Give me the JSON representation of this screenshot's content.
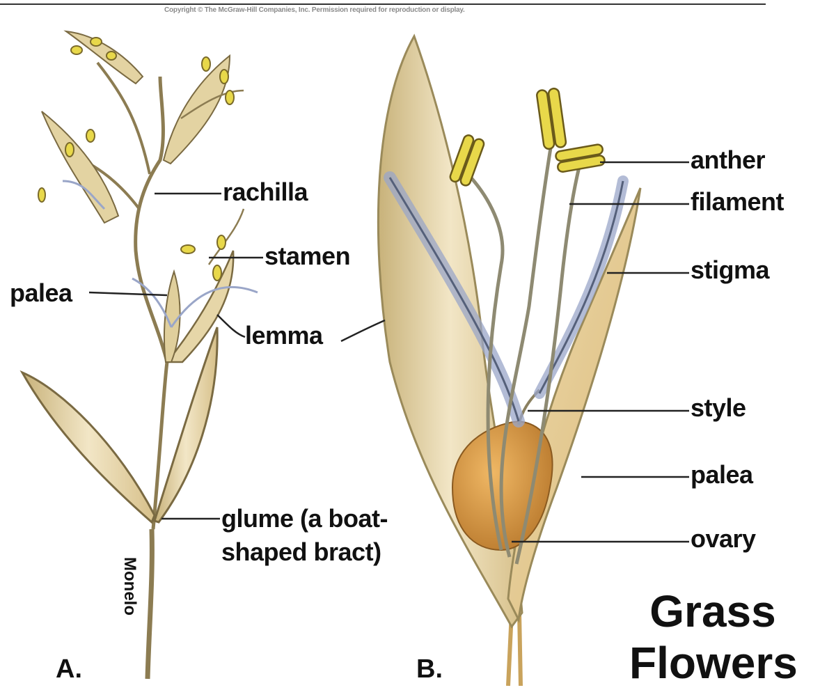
{
  "copyright": "Copyright © The McGraw-Hill Companies, Inc. Permission required for reproduction or display.",
  "title": {
    "line1": "Grass",
    "line2": "Flowers"
  },
  "panels": {
    "a": "A.",
    "b": "B."
  },
  "signature": "Monelo",
  "labels": {
    "rachilla": "rachilla",
    "stamen": "stamen",
    "palea_a": "palea",
    "lemma": "lemma",
    "glume_line1": "glume (a boat-",
    "glume_line2": "shaped bract)",
    "anther": "anther",
    "filament": "filament",
    "stigma": "stigma",
    "style": "style",
    "palea_b": "palea",
    "ovary": "ovary"
  },
  "colors": {
    "bract_fill": "#ead9b0",
    "bract_dark": "#9a8a5a",
    "anther_yellow": "#e8d84a",
    "ovary_orange": "#d89a45",
    "stigma_blue": "#9aa6c8",
    "leader_line": "#222222"
  }
}
